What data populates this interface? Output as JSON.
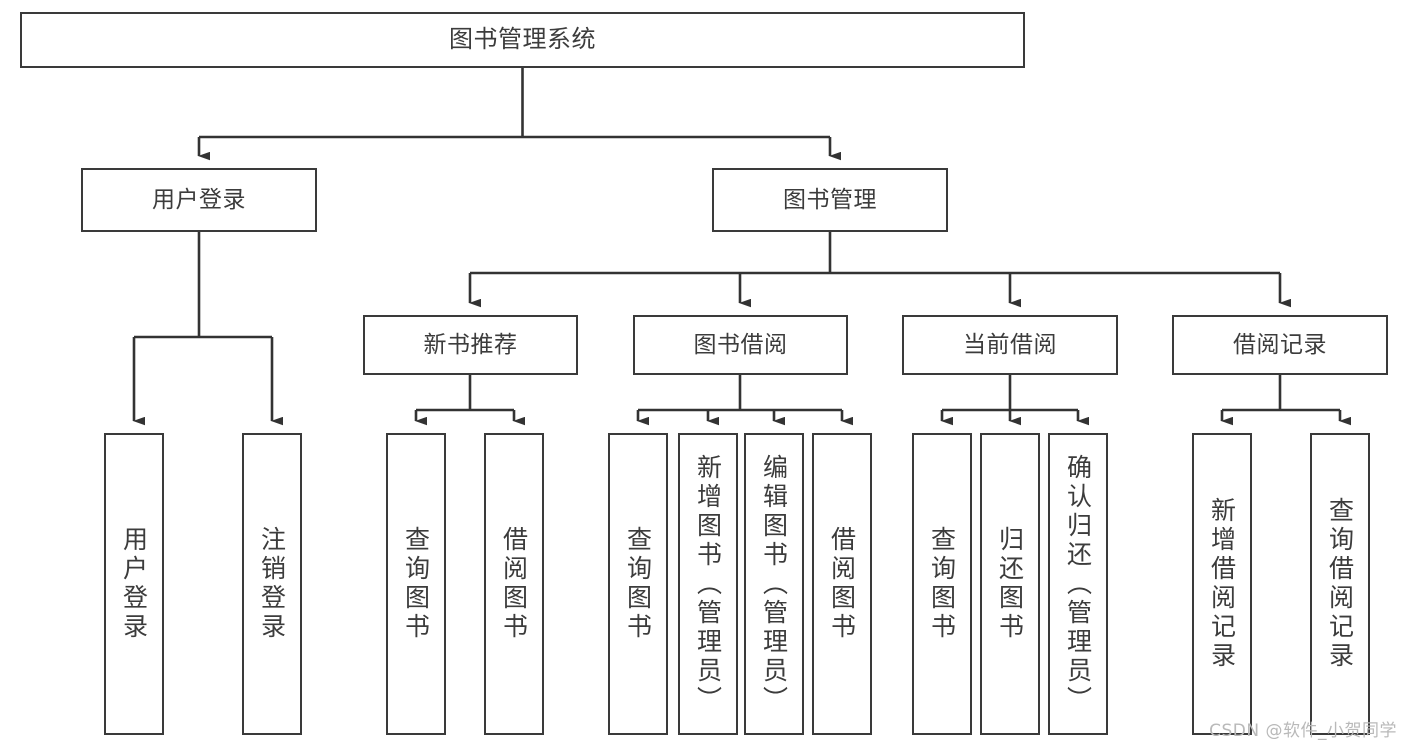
{
  "diagram": {
    "type": "tree-hierarchy",
    "title": "图书管理系统",
    "watermark": "CSDN @软件_小贺同学",
    "colors": {
      "box_border": "#3a3a3a",
      "box_fill": "#ffffff",
      "connector": "#333333",
      "text": "#3c3c3c",
      "watermark": "#b9b9b9",
      "background": "#ffffff"
    },
    "nodes": {
      "root": {
        "label": "图书管理系统"
      },
      "level2": [
        {
          "label": "用户登录"
        },
        {
          "label": "图书管理"
        }
      ],
      "level3": [
        {
          "label": "新书推荐"
        },
        {
          "label": "图书借阅"
        },
        {
          "label": "当前借阅"
        },
        {
          "label": "借阅记录"
        }
      ],
      "leaves": {
        "user_login": [
          {
            "label": "用户登录"
          },
          {
            "label": "注销登录"
          }
        ],
        "new_book_recommend": [
          {
            "label": "查询图书"
          },
          {
            "label": "借阅图书"
          }
        ],
        "book_borrow": [
          {
            "label": "查询图书"
          },
          {
            "label": "新增图书（管理员）"
          },
          {
            "label": "编辑图书（管理员）"
          },
          {
            "label": "借阅图书"
          }
        ],
        "current_borrow": [
          {
            "label": "查询图书"
          },
          {
            "label": "归还图书"
          },
          {
            "label": "确认归还（管理员）"
          }
        ],
        "borrow_record": [
          {
            "label": "新增借阅记录"
          },
          {
            "label": "查询借阅记录"
          }
        ]
      }
    }
  }
}
